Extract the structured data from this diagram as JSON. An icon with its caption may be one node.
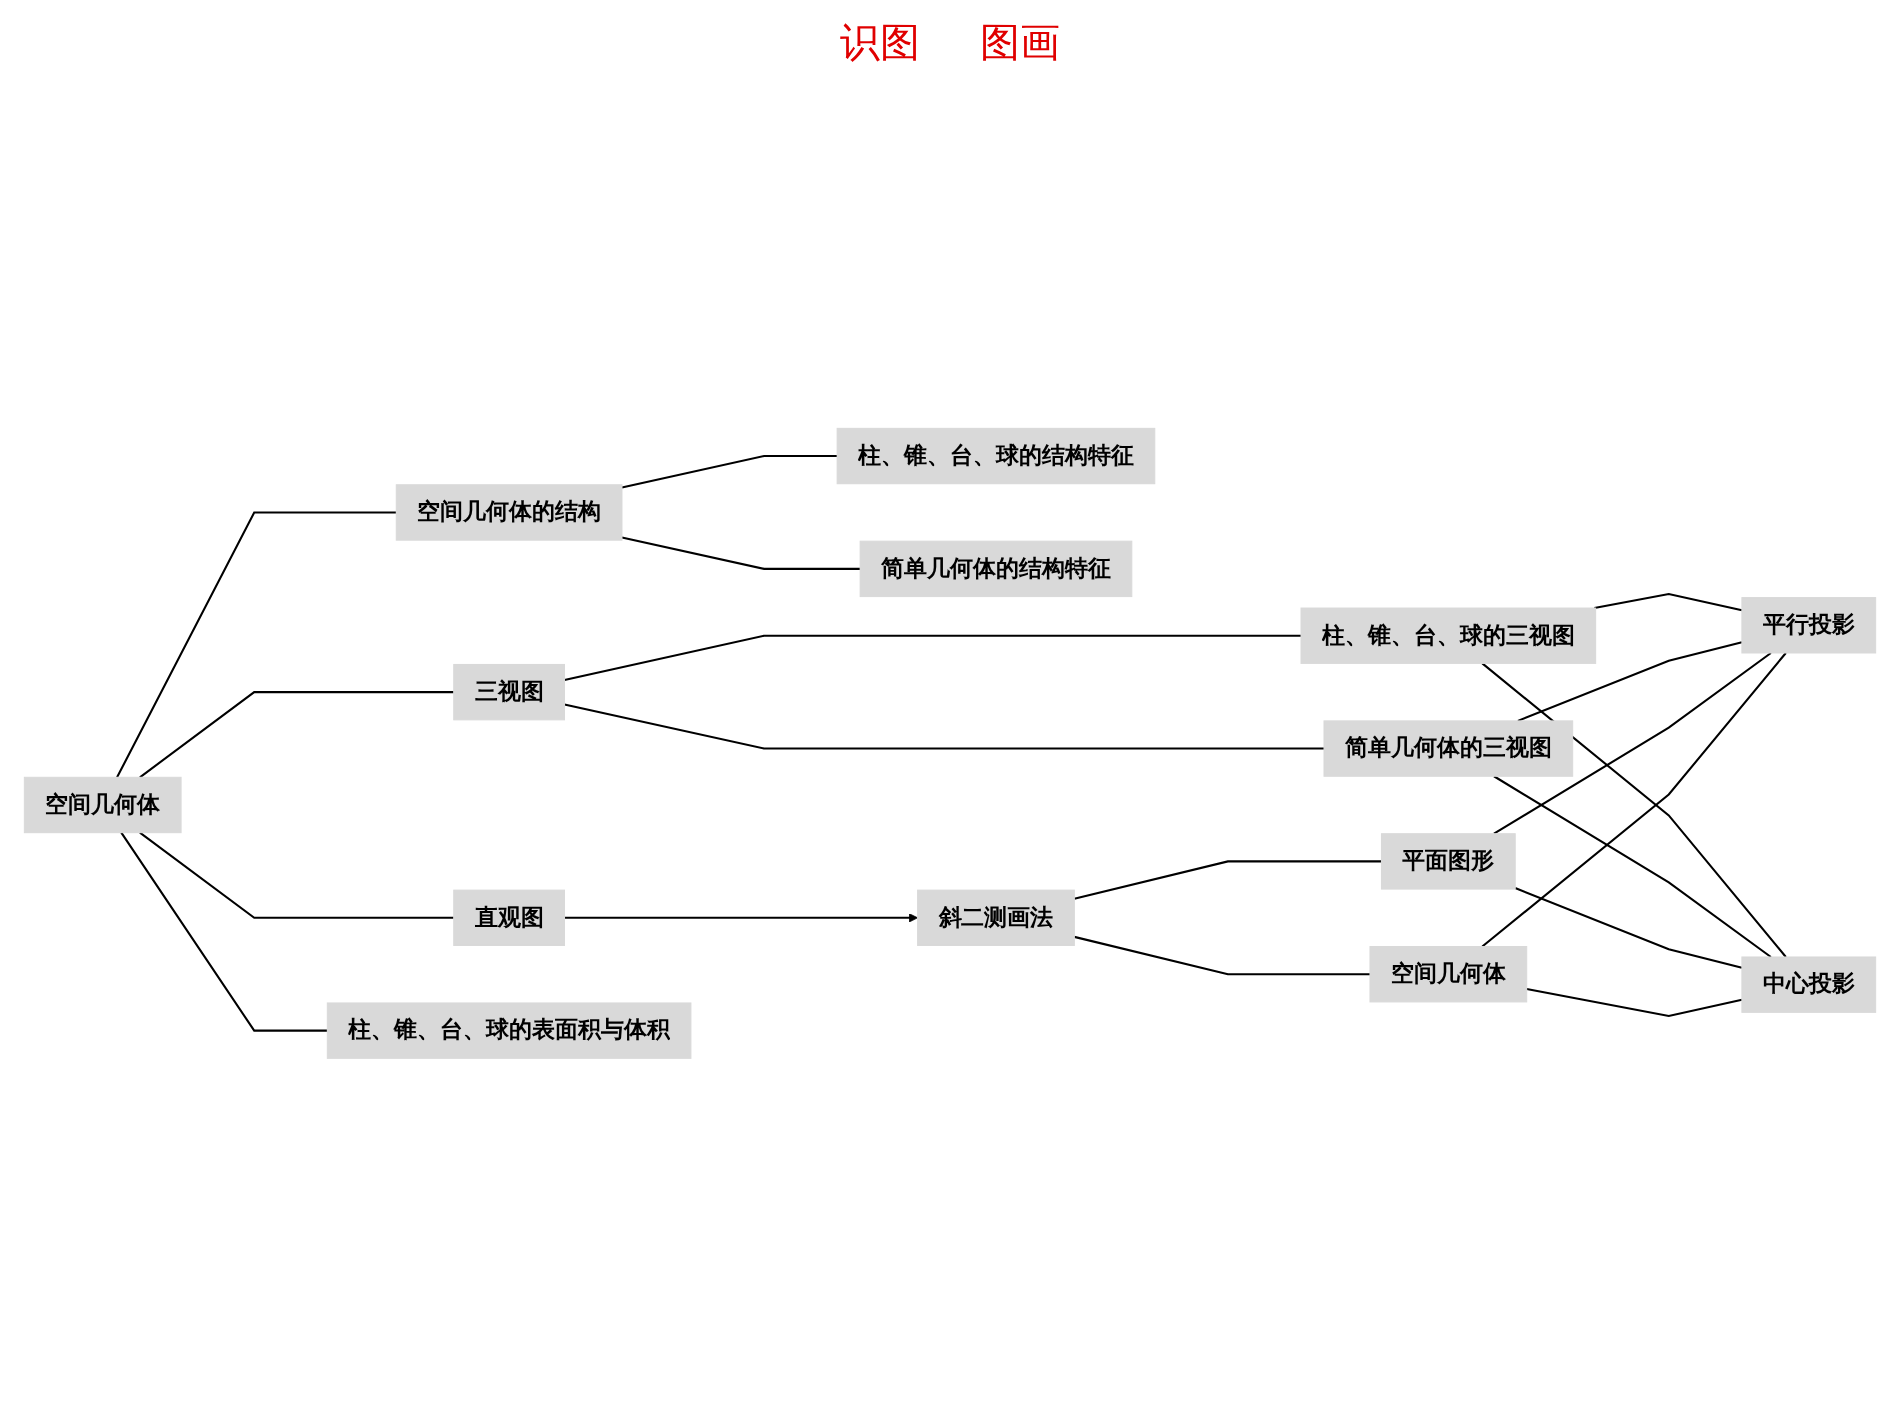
{
  "diagram": {
    "nodes": [
      {
        "text": [
          "空间几何体"
        ]
      },
      {
        "text": [
          "空间几何体的结构"
        ]
      },
      {
        "text": [
          "柱、锥、台、球的结构特征"
        ]
      },
      {
        "text": [
          "简单几何体的结构特征"
        ]
      },
      {
        "text": [
          "三视图"
        ]
      },
      {
        "text": [
          "柱、锥、台、球的三视图"
        ]
      },
      {
        "text": [
          "简单几何体的三视图"
        ]
      },
      {
        "text": [
          "直观图"
        ]
      },
      {
        "text": [
          "斜二测画法"
        ]
      },
      {
        "text": [
          "平面图形"
        ]
      },
      {
        "text": [
          "空间几何体"
        ]
      },
      {
        "text": [
          "平行投影"
        ]
      },
      {
        "text": [
          "中心投影"
        ]
      },
      {
        "text": [
          "柱、锥、台、球的表面积与体积"
        ]
      }
    ],
    "edges": [
      {
        "from": 0,
        "to": 1,
        "arrow": "none"
      },
      {
        "from": 0,
        "to": 4,
        "arrow": "none"
      },
      {
        "from": 0,
        "to": 7,
        "arrow": "none"
      },
      {
        "from": 0,
        "to": 13,
        "arrow": "none"
      },
      {
        "from": 1,
        "to": 2,
        "arrow": "none"
      },
      {
        "from": 1,
        "to": 3,
        "arrow": "none"
      },
      {
        "from": 4,
        "to": 5,
        "arrow": "none"
      },
      {
        "from": 4,
        "to": 6,
        "arrow": "none"
      },
      {
        "from": 7,
        "to": 8,
        "arrow": "to"
      },
      {
        "from": 8,
        "to": 9,
        "arrow": "none"
      },
      {
        "from": 8,
        "to": 10,
        "arrow": "none"
      },
      {
        "from": 5,
        "to": 11,
        "arrow": "none"
      },
      {
        "from": 5,
        "to": 12,
        "arrow": "none"
      },
      {
        "from": 6,
        "to": 11,
        "arrow": "none"
      },
      {
        "from": 6,
        "to": 12,
        "arrow": "none"
      },
      {
        "from": 9,
        "to": 11,
        "arrow": "none"
      },
      {
        "from": 9,
        "to": 12,
        "arrow": "none"
      },
      {
        "from": 10,
        "to": 11,
        "arrow": "none"
      },
      {
        "from": 10,
        "to": 12,
        "arrow": "none"
      }
    ],
    "labels": [
      "识图",
      "图画"
    ]
  }
}
